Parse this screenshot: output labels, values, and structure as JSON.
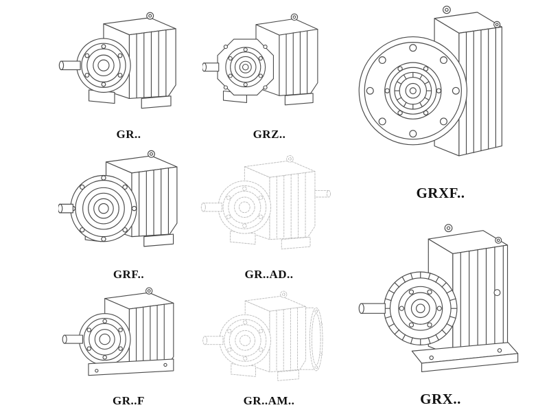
{
  "page": {
    "background": "#ffffff"
  },
  "colors": {
    "line": "#4a4a4a",
    "ghost_line": "#bdbdbd",
    "label": "#111111"
  },
  "figures": [
    {
      "id": "gr",
      "label": "GR..",
      "style": "solid"
    },
    {
      "id": "grz",
      "label": "GRZ..",
      "style": "solid"
    },
    {
      "id": "grxf",
      "label": "GRXF..",
      "style": "solid"
    },
    {
      "id": "grf",
      "label": "GRF..",
      "style": "solid"
    },
    {
      "id": "grad",
      "label": "GR..AD..",
      "style": "phantom"
    },
    {
      "id": "grff",
      "label": "GR..F",
      "style": "solid"
    },
    {
      "id": "gram",
      "label": "GR..AM..",
      "style": "phantom"
    },
    {
      "id": "grx",
      "label": "GRX..",
      "style": "solid"
    }
  ]
}
